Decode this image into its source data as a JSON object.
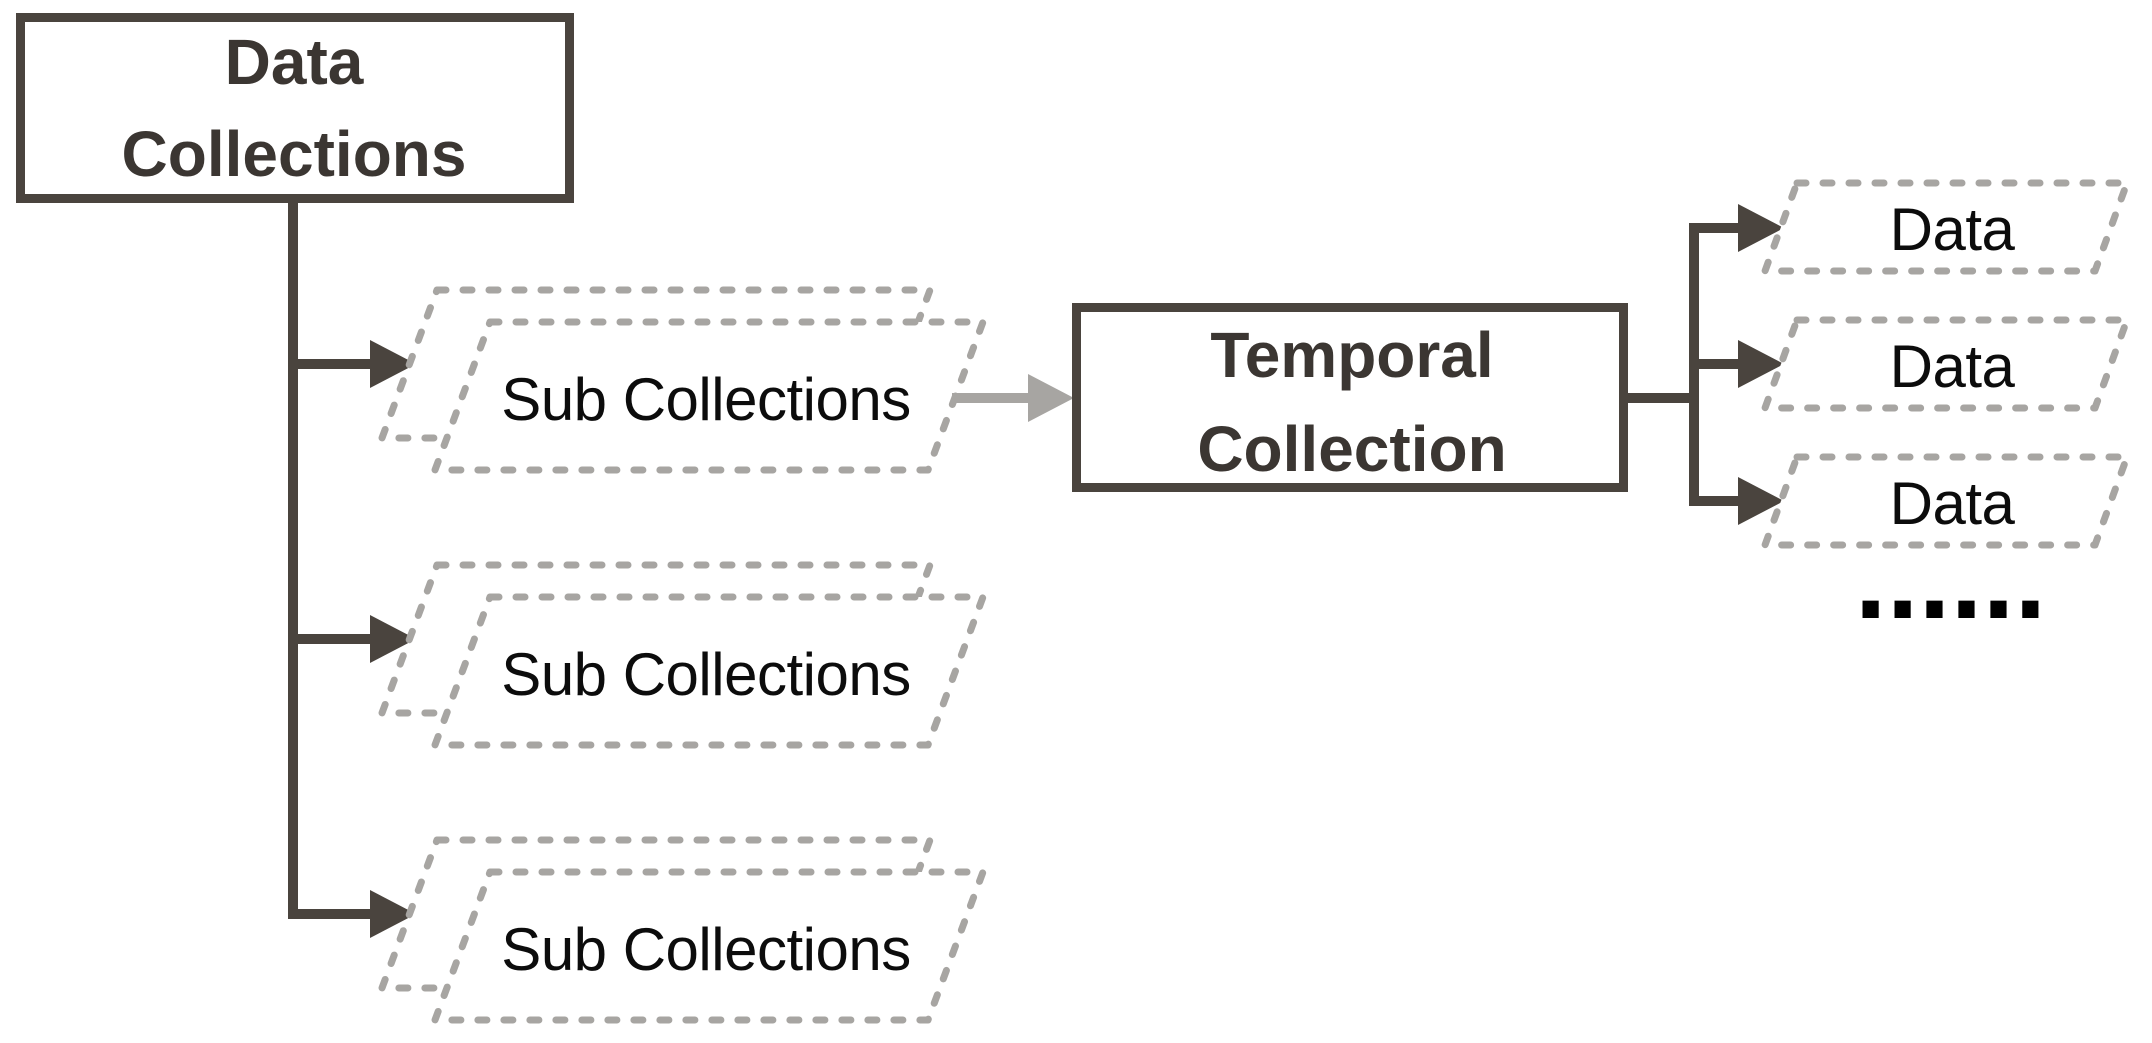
{
  "diagram": {
    "root_box": {
      "line1": "Data",
      "line2": "Collections"
    },
    "sub_collections": [
      {
        "label": "Sub Collections"
      },
      {
        "label": "Sub Collections"
      },
      {
        "label": "Sub Collections"
      }
    ],
    "temporal_box": {
      "line1": "Temporal",
      "line2": "Collection"
    },
    "data_nodes": [
      {
        "label": "Data"
      },
      {
        "label": "Data"
      },
      {
        "label": "Data"
      }
    ],
    "ellipsis": "......",
    "colors": {
      "background": "#ffffff",
      "dark_line": "#4a443e",
      "gray_line": "#a7a5a2",
      "heading_text": "#3b3632",
      "body_text": "#0c0c0c"
    }
  }
}
